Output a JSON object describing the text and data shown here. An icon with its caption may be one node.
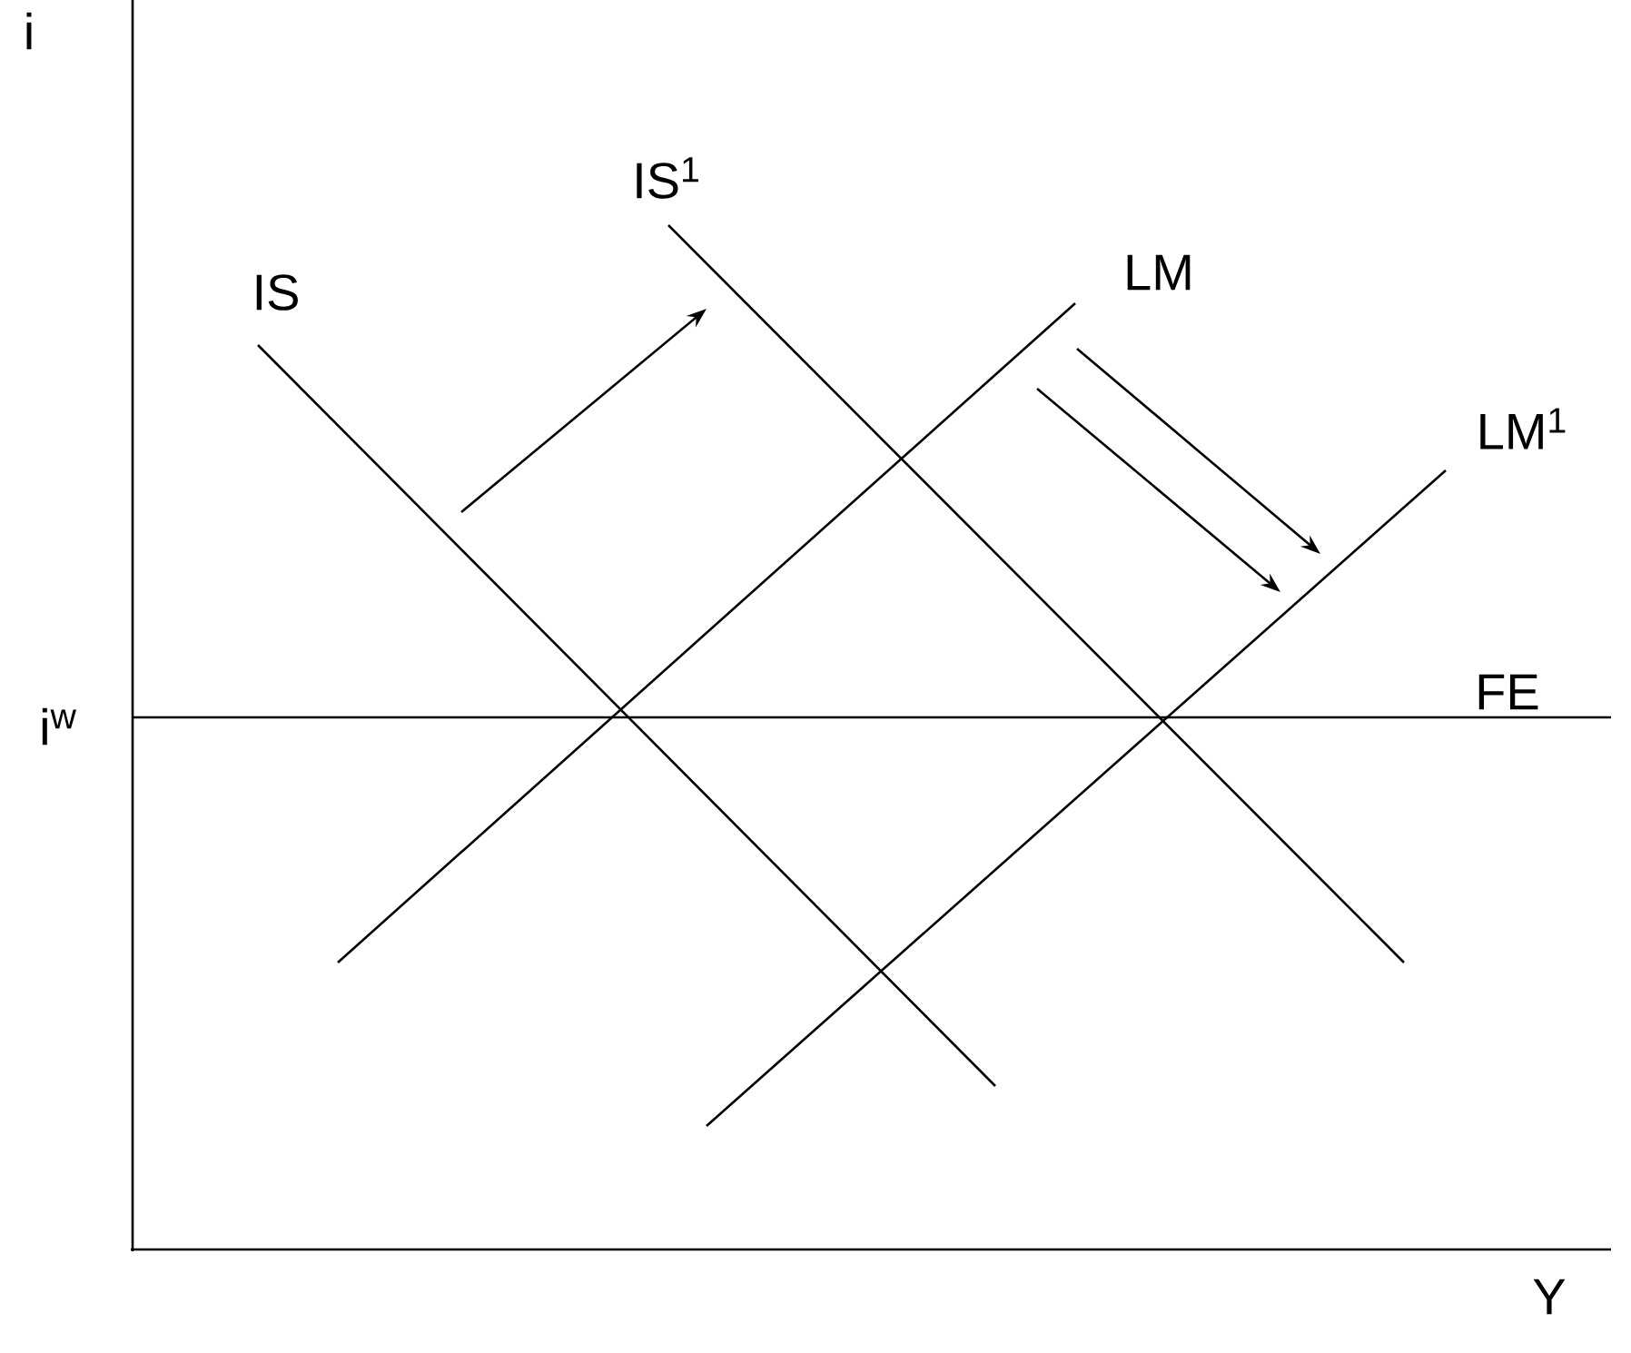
{
  "diagram": {
    "labels": [
      "i",
      "IS$^{1}$",
      "IS",
      "LM",
      "LM$^{1}$",
      "i$^{w}$",
      "FE",
      "Y"
    ]
  }
}
